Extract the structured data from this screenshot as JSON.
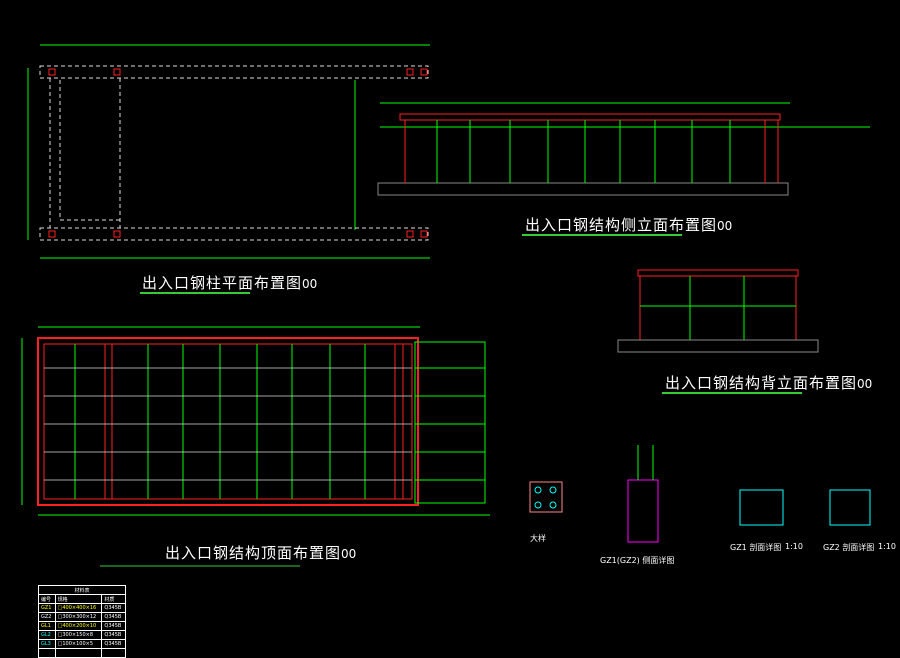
{
  "titles": {
    "plan": "出入口钢柱平面布置图",
    "side": "出入口钢结构侧立面布置图",
    "back": "出入口钢结构背立面布置图",
    "top": "出入口钢结构顶面布置图",
    "scale": "00"
  },
  "details": {
    "d1": "大样",
    "d2": "GZ1(GZ2) 侧面详图",
    "d3": "GZ1 剖面详图",
    "d4": "GZ2 剖面详图",
    "d3_scale": "1:10",
    "d4_scale": "1:10"
  },
  "legend": {
    "header": "材料表",
    "columns": [
      "编号",
      "规格",
      "材质"
    ],
    "rows": [
      {
        "code": "GZ1",
        "spec": "□400×400×16",
        "mat": "Q345B",
        "color": "#ffff00"
      },
      {
        "code": "GZ2",
        "spec": "□300×300×12",
        "mat": "Q345B",
        "color": "#ffffff"
      },
      {
        "code": "GL1",
        "spec": "□400×200×10",
        "mat": "Q345B",
        "color": "#ffff00"
      },
      {
        "code": "GL2",
        "spec": "□300×150×8",
        "mat": "Q345B",
        "color": "#00ffff"
      },
      {
        "code": "GL3",
        "spec": "□100×100×5",
        "mat": "Q345B",
        "color": "#00ffff"
      }
    ]
  },
  "colors": {
    "beam": "#ff2020",
    "column": "#00ff00",
    "dim": "#00ff00",
    "grid": "#ffffff",
    "base": "#cc00cc",
    "detail": "#00ffff"
  }
}
